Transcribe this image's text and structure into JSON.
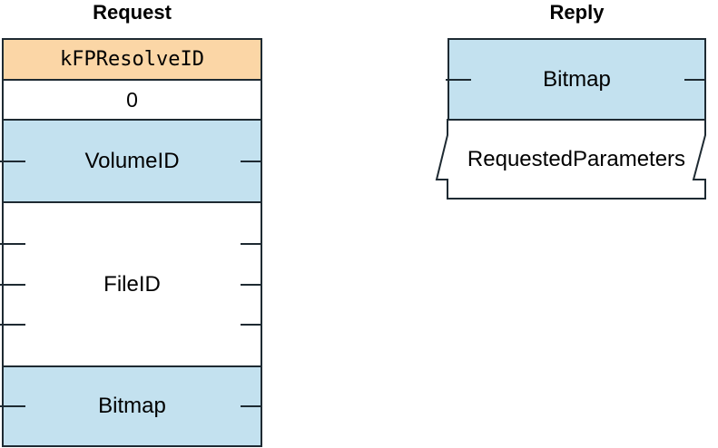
{
  "request": {
    "title": "Request",
    "fields": [
      {
        "label": "kFPResolveID",
        "role": "command-opcode",
        "fill": "#FBD6A6",
        "byte_rows": 1
      },
      {
        "label": "0",
        "role": "pad-byte",
        "fill": "#FFFFFF",
        "byte_rows": 1
      },
      {
        "label": "VolumeID",
        "fill": "#C3E1EF",
        "byte_rows": 2,
        "side_ticks": 1
      },
      {
        "label": "FileID",
        "fill": "#FFFFFF",
        "byte_rows": 4,
        "side_ticks": 3
      },
      {
        "label": "Bitmap",
        "fill": "#C3E1EF",
        "byte_rows": 2,
        "side_ticks": 1
      }
    ]
  },
  "reply": {
    "title": "Reply",
    "fields": [
      {
        "label": "Bitmap",
        "fill": "#C3E1EF",
        "byte_rows": 2,
        "side_ticks": 1
      },
      {
        "label": "RequestedParameters",
        "fill": "#FFFFFF",
        "variable_length": true,
        "edge_style": "zigzag"
      }
    ]
  },
  "colors": {
    "opcode_fill": "#FBD6A6",
    "field_fill": "#C3E1EF",
    "border": "#1E2A32",
    "text": "#000000",
    "background": "#FFFFFF"
  }
}
